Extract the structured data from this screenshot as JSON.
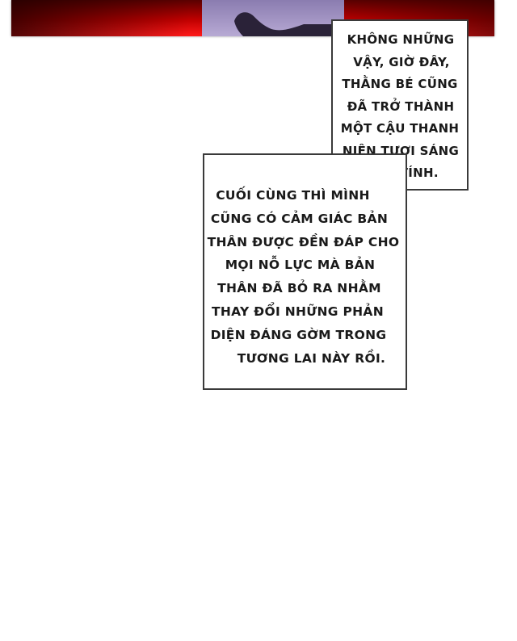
{
  "panel_top": {
    "colors": {
      "red_dark": "#5a0000",
      "red_bright": "#ff1a1a",
      "violet": "#b7aad4",
      "silhouette": "#2a2238"
    }
  },
  "bubble_1": {
    "lines": [
      "KHÔNG NHỮNG",
      "VẬY, GIỜ ĐÂY,",
      "THẰNG BÉ CŨNG",
      "ĐÃ TRỞ THÀNH",
      "MỘT CẬU THANH",
      "NIÊN TƯƠI SÁNG",
      "TỐT TÍNH."
    ]
  },
  "bubble_2": {
    "lines": [
      "CUỐI CÙNG THÌ MÌNH",
      "CŨNG CÓ CẢM GIÁC BẢN",
      "THÂN ĐƯỢC ĐỀN ĐÁP CHO",
      "MỌI NỖ LỰC MÀ BẢN",
      "THÂN ĐÃ BỎ RA NHẰM",
      "THAY ĐỔI NHỮNG PHẢN",
      "DIỆN ĐÁNG GỜM TRONG",
      "TƯƠNG LAI NÀY RỒI."
    ]
  }
}
